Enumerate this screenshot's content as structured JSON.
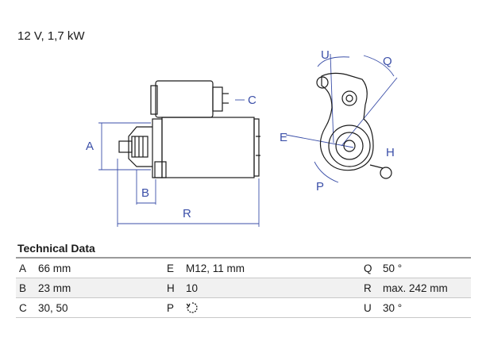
{
  "header": {
    "rating": "12 V, 1,7 kW"
  },
  "diagram": {
    "labels": {
      "A": "A",
      "B": "B",
      "C": "C",
      "R": "R",
      "E": "E",
      "H": "H",
      "P": "P",
      "Q": "Q",
      "U": "U"
    }
  },
  "technical_data": {
    "title": "Technical Data",
    "rows": [
      [
        {
          "key": "A",
          "value": "66 mm"
        },
        {
          "key": "E",
          "value": "M12, 11 mm"
        },
        {
          "key": "Q",
          "value": "50 °"
        }
      ],
      [
        {
          "key": "B",
          "value": "23 mm"
        },
        {
          "key": "H",
          "value": "10"
        },
        {
          "key": "R",
          "value": "max. 242 mm"
        }
      ],
      [
        {
          "key": "C",
          "value": "30, 50"
        },
        {
          "key": "P",
          "value": "",
          "icon": "clockwise-rotation-icon"
        },
        {
          "key": "U",
          "value": "30 °"
        }
      ]
    ]
  },
  "colors": {
    "dimension_lines": "#3b4fa8",
    "outline": "#1a1a1a",
    "table_shade": "#f1f1f1"
  }
}
